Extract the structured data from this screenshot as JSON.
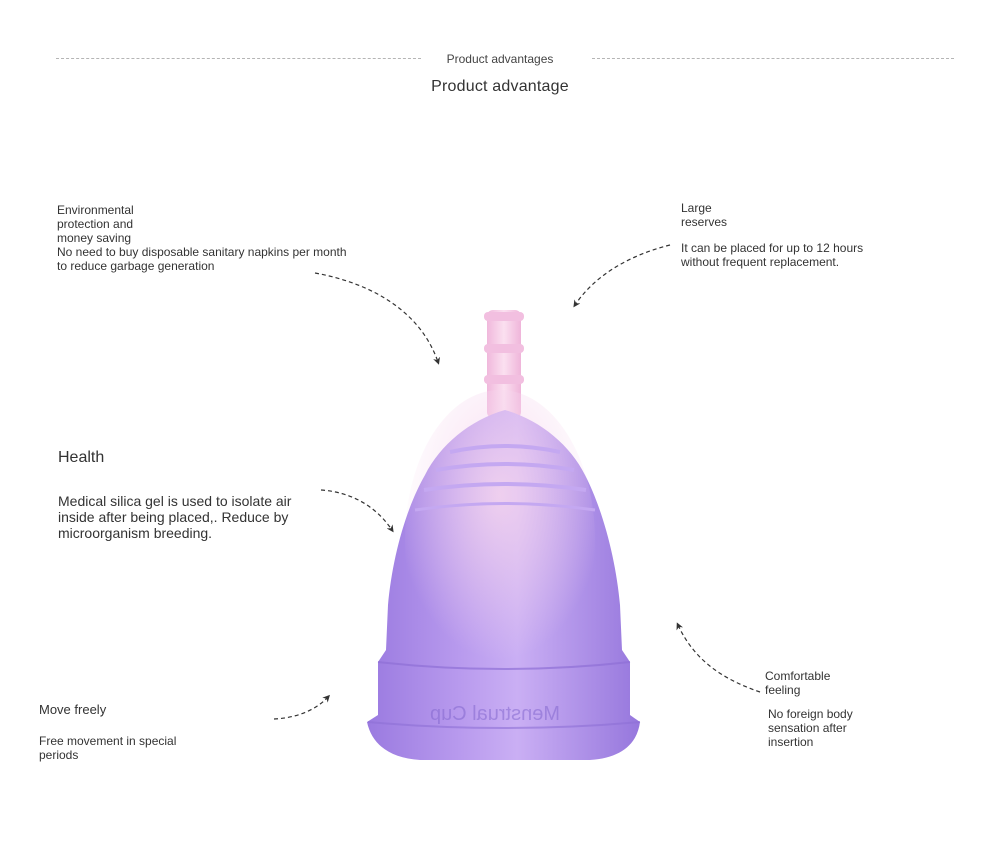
{
  "header": {
    "small_title": "Product advantages",
    "title": "Product advantage"
  },
  "features": {
    "environment": {
      "title": "Environmental\nprotection and\nmoney saving",
      "body": "No need to buy disposable sanitary napkins per month\nto reduce garbage generation"
    },
    "reserves": {
      "title": "Large\nreserves",
      "body": "It can be placed for up to 12 hours\nwithout frequent replacement."
    },
    "health": {
      "title": "Health",
      "body": "Medical silica gel is used to isolate air\ninside after being placed,. Reduce by\nmicroorganism breeding."
    },
    "move": {
      "title": "Move freely",
      "body": "Free movement in special\nperiods"
    },
    "comfort": {
      "title": "Comfortable\nfeeling",
      "body": "No foreign body\nsensation after\ninsertion"
    }
  },
  "product": {
    "engraving": "Menstrual Cup",
    "colors": {
      "cup_main": "#a98be6",
      "cup_light": "#c9b2f2",
      "cup_dark": "#8f6fd8",
      "stem": "#f5c9e6"
    }
  },
  "icons": [
    "arrow-icon"
  ]
}
